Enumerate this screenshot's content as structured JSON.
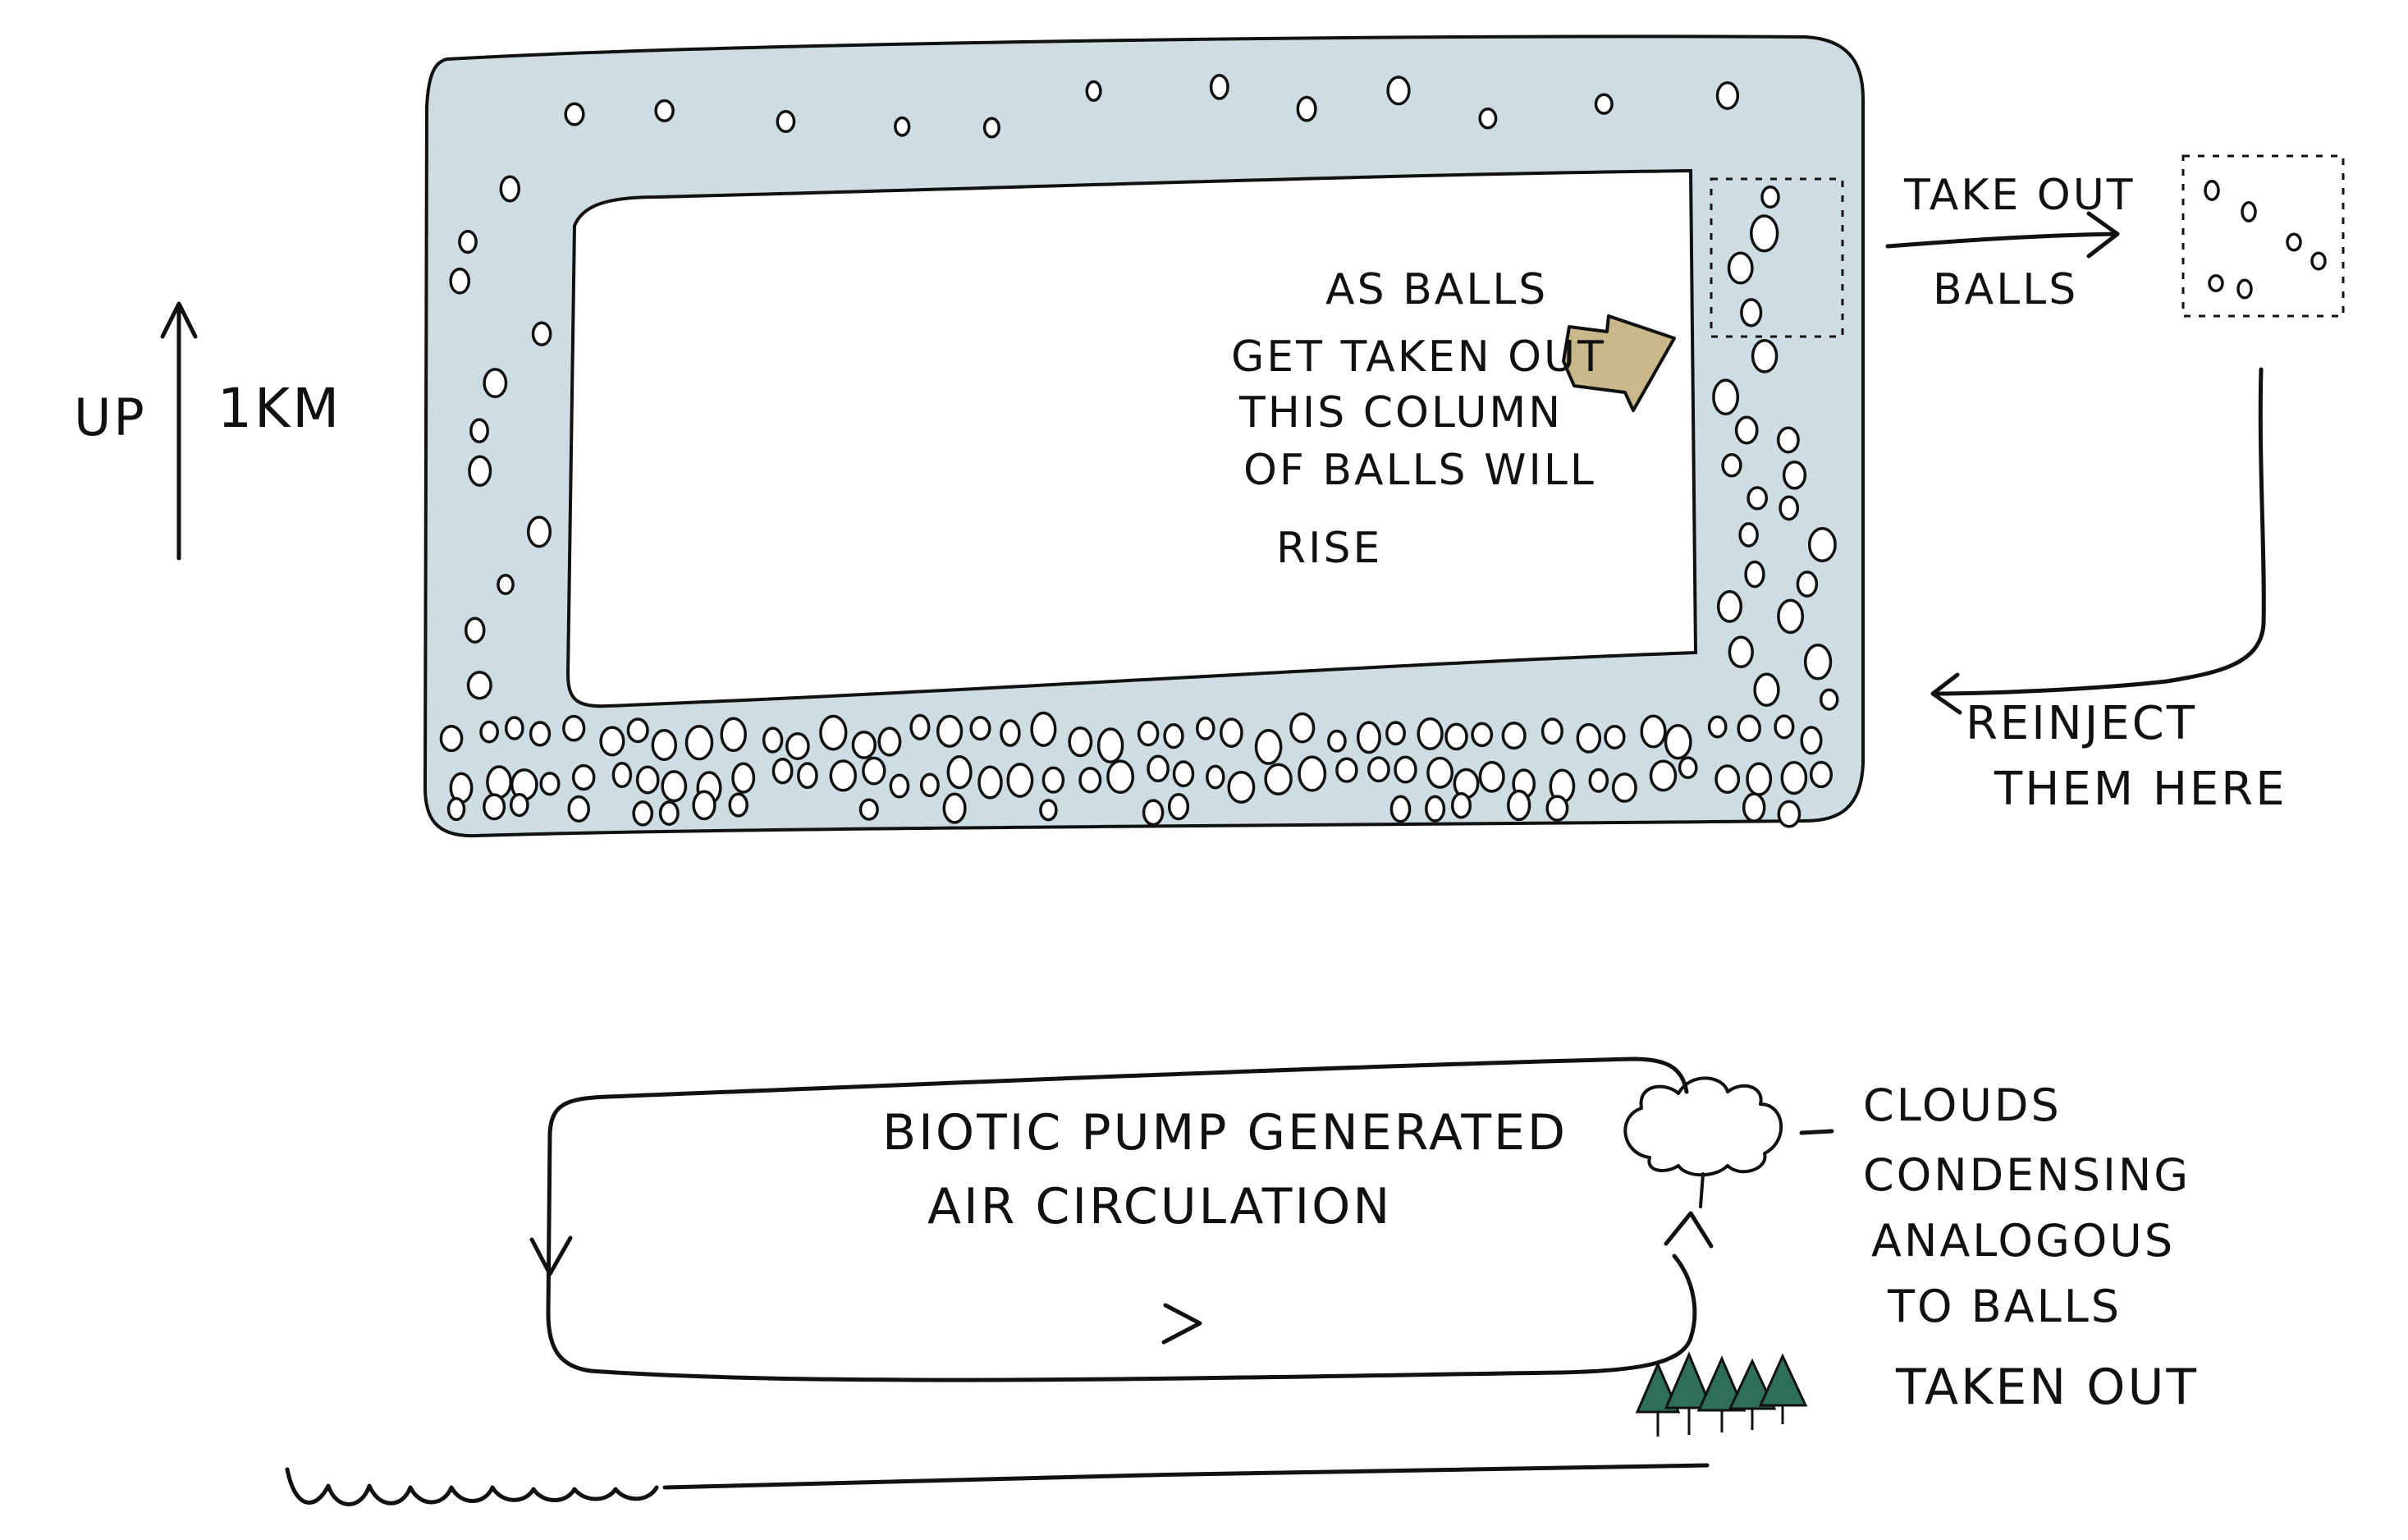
{
  "colors": {
    "ink": "#111111",
    "water": "#cddde3",
    "arrow_fill": "#c9b98a",
    "tree": "#2f6f5a",
    "paper": "#ffffff"
  },
  "top_diagram": {
    "scale": {
      "direction_label": "UP",
      "distance_label": "1KM"
    },
    "inner_note": [
      "AS BALLS",
      "GET TAKEN OUT",
      "THIS COLUMN",
      "OF BALLS WILL",
      "RISE"
    ],
    "take_out": {
      "line1": "TAKE OUT",
      "line2": "BALLS"
    },
    "reinject": {
      "line1": "REINJECT",
      "line2": "THEM HERE"
    }
  },
  "bottom_diagram": {
    "title_line1": "BIOTIC PUMP GENERATED",
    "title_line2": "AIR CIRCULATION",
    "clouds_note": [
      "CLOUDS",
      "CONDENSING",
      "ANALOGOUS",
      "TO BALLS",
      "TAKEN OUT"
    ],
    "icons": [
      "cloud-icon",
      "forest-icon",
      "ocean-waves-icon"
    ]
  }
}
